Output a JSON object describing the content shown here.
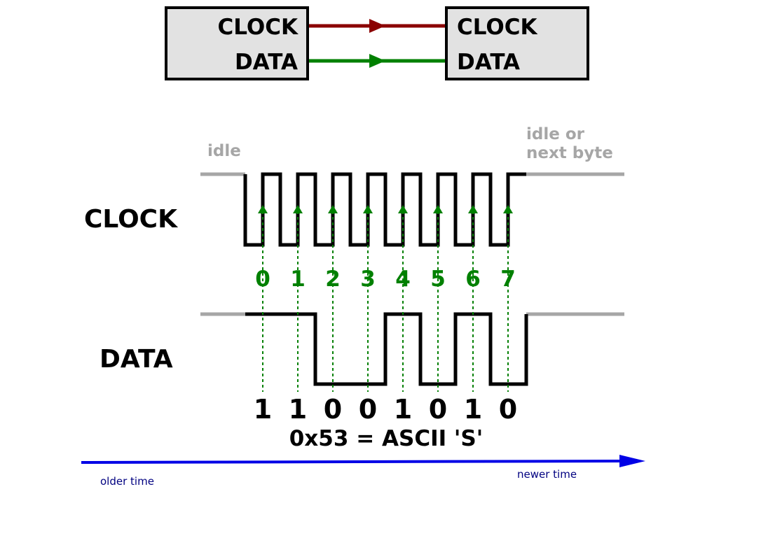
{
  "devices": {
    "left": {
      "clock_label": "CLOCK",
      "data_label": "DATA"
    },
    "right": {
      "clock_label": "CLOCK",
      "data_label": "DATA"
    }
  },
  "waveform": {
    "idle_label": "idle",
    "end_label_line1": "idle or",
    "end_label_line2": "next byte",
    "clock_label": "CLOCK",
    "data_label": "DATA",
    "bit_indices": [
      "0",
      "1",
      "2",
      "3",
      "4",
      "5",
      "6",
      "7"
    ],
    "bit_values": [
      "1",
      "1",
      "0",
      "0",
      "1",
      "0",
      "1",
      "0"
    ],
    "byte_caption": "0x53 = ASCII 'S'"
  },
  "time_axis": {
    "older_label": "older time",
    "newer_label": "newer time"
  },
  "colors": {
    "clock_wire": "#8b0000",
    "data_wire": "#008000",
    "bit_marker": "#008000",
    "idle_line": "#a6a6a6",
    "time_arrow": "#0000e6",
    "time_text": "#000080",
    "box_fill": "#e2e2e2"
  }
}
